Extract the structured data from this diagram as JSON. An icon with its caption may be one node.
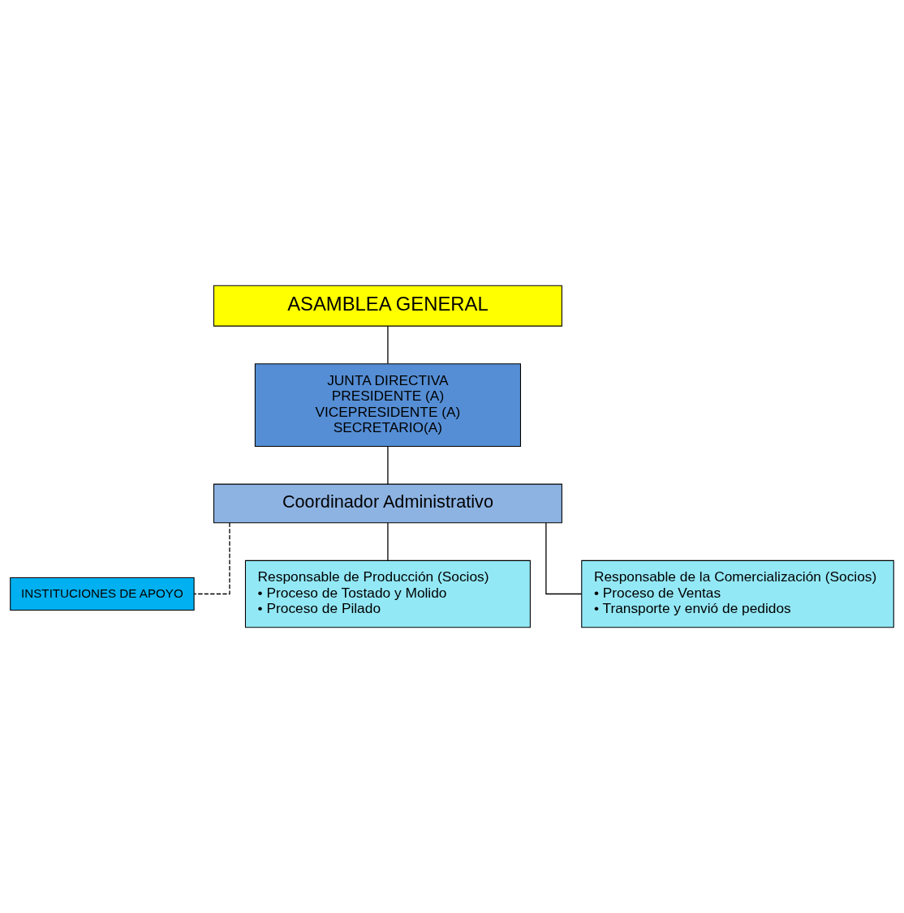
{
  "diagram": {
    "nodes": [
      {
        "text": [
          "ASAMBLEA GENERAL"
        ]
      },
      {
        "text": [
          "JUNTA DIRECTIVA",
          "PRESIDENTE (A)",
          "VICEPRESIDENTE (A)",
          "SECRETARIO(A)"
        ]
      },
      {
        "text": [
          "Coordinador Administrativo"
        ]
      },
      {
        "text": [
          "INSTITUCIONES DE APOYO"
        ]
      },
      {
        "text": [
          "Responsable de Producción (Socios)",
          "• Proceso de Tostado y Molido",
          "• Proceso de Pilado"
        ]
      },
      {
        "text": [
          "Responsable de la Comercialización (Socios)",
          "• Proceso de Ventas",
          "• Transporte y envió de pedidos"
        ]
      }
    ],
    "edges": [
      {
        "from": 0,
        "to": 1,
        "arrow": "none"
      },
      {
        "from": 1,
        "to": 2,
        "arrow": "none"
      },
      {
        "from": 2,
        "to": 3,
        "arrow": "none",
        "style": "dashed"
      },
      {
        "from": 2,
        "to": 4,
        "arrow": "none"
      },
      {
        "from": 2,
        "to": 5,
        "arrow": "none"
      }
    ]
  }
}
